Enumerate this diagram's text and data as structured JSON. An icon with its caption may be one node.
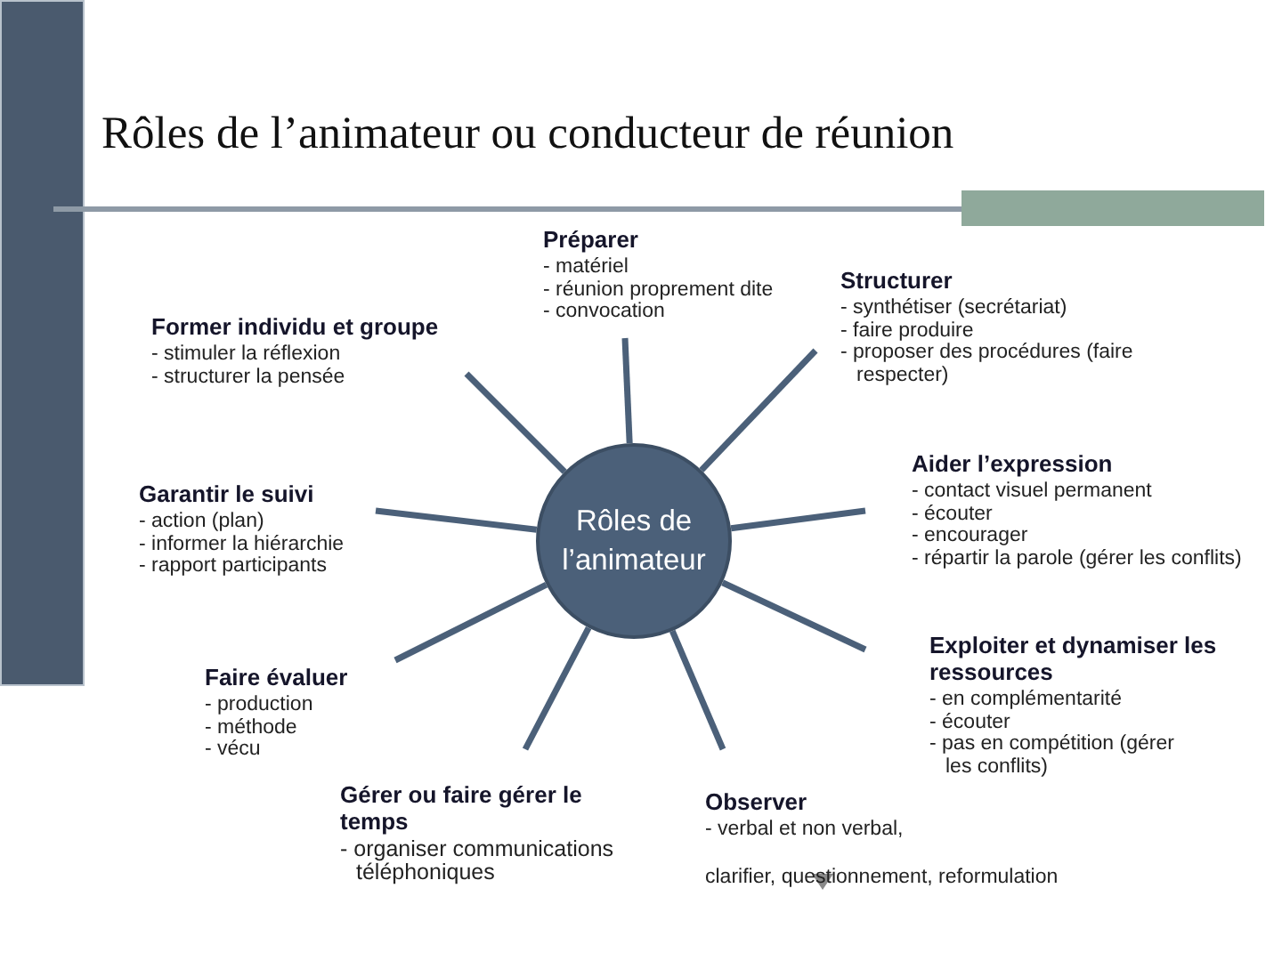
{
  "diagram": {
    "title": "Rôles de l’animateur ou conducteur de réunion",
    "nodes": [
      {
        "text": [
          "Rôles de l’animateur"
        ]
      },
      {
        "text": [
          "Préparer",
          "- matériel",
          "- réunion proprement dite",
          "- convocation"
        ]
      },
      {
        "text": [
          "Former individu et groupe",
          "- stimuler la réflexion",
          "- structurer la pensée"
        ]
      },
      {
        "text": [
          "Structurer",
          "- synthétiser (secrétariat)",
          "- faire produire",
          "- proposer des procédures (faire respecter)"
        ]
      },
      {
        "text": [
          "Garantir le suivi",
          "- action (plan)",
          "- informer la hiérarchie",
          "- rapport participants"
        ]
      },
      {
        "text": [
          "Aider l’expression",
          "- contact visuel permanent",
          "- écouter",
          "- encourager",
          "- répartir la parole (gérer les conflits)"
        ]
      },
      {
        "text": [
          "Faire évaluer",
          "- production",
          "- méthode",
          "- vécu"
        ]
      },
      {
        "text": [
          "Exploiter et dynamiser les ressources",
          "- en complémentarité",
          "- écouter",
          "- pas en compétition (gérer les conflits)"
        ]
      },
      {
        "text": [
          "Gérer ou faire gérer le temps",
          "- organiser communications téléphoniques"
        ]
      },
      {
        "text": [
          "Observer",
          "- verbal et non verbal,",
          "clarifier, questionnement, reformulation"
        ]
      }
    ],
    "edges": [
      {
        "from": 0,
        "to": 1,
        "arrow": "none"
      },
      {
        "from": 0,
        "to": 2,
        "arrow": "none"
      },
      {
        "from": 0,
        "to": 3,
        "arrow": "none"
      },
      {
        "from": 0,
        "to": 4,
        "arrow": "none"
      },
      {
        "from": 0,
        "to": 5,
        "arrow": "none"
      },
      {
        "from": 0,
        "to": 6,
        "arrow": "none"
      },
      {
        "from": 0,
        "to": 7,
        "arrow": "none"
      },
      {
        "from": 0,
        "to": 8,
        "arrow": "none"
      },
      {
        "from": 0,
        "to": 9,
        "arrow": "none"
      }
    ]
  }
}
